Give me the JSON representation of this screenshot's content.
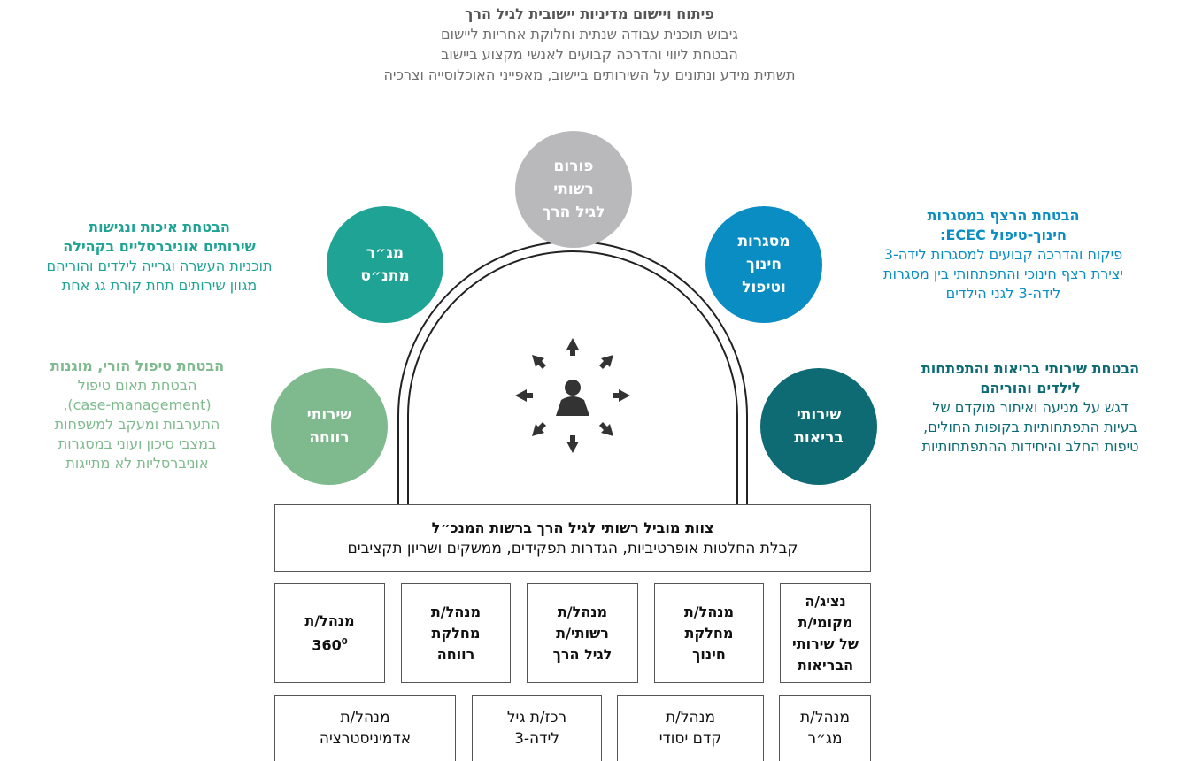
{
  "top": {
    "title": "פיתוח ויישום מדיניות יישובית לגיל הרך",
    "lines": [
      "גיבוש תוכנית עבודה שנתית וחלוקת אחריות ליישום",
      "הבטחת ליווי והדרכה קבועים לאנשי מקצוע ביישוב",
      "תשתית מידע ונתונים על השירותים ביישוב, מאפייני האוכלוסייה וצרכיה"
    ]
  },
  "circles": {
    "forum": {
      "lines": [
        "פורום",
        "רשותי",
        "לגיל הרך"
      ],
      "color": "#b9b9bc"
    },
    "matnas": {
      "lines": [
        "מג״ר",
        "מתנ״ס"
      ],
      "color": "#1fa394"
    },
    "frameworks": {
      "lines": [
        "מסגרות",
        "חינוך",
        "וטיפול"
      ],
      "color": "#0a8dc2"
    },
    "welfare": {
      "lines": [
        "שירותי",
        "רווחה"
      ],
      "color": "#7fba8e"
    },
    "health": {
      "lines": [
        "שירותי",
        "בריאות"
      ],
      "color": "#0e6a73"
    }
  },
  "sides": {
    "community": {
      "title1": "הבטחת איכות ונגישות",
      "title2": "שירותים אוניברסליים בקהילה",
      "lines": [
        "תוכניות העשרה וגרייה לילדים והוריהם",
        "מגוון שירותים תחת קורת גג אחת"
      ],
      "color": "#1fa394"
    },
    "continuity": {
      "title1": "הבטחת הרצף במסגרות",
      "title2": "חינוך-טיפול ECEC:",
      "lines": [
        "פיקוח והדרכה קבועים למסגרות לידה-3",
        "יצירת רצף חינוכי והתפתחותי בין מסגרות",
        "לידה-3 לגני הילדים"
      ],
      "color": "#0a8dc2"
    },
    "parental": {
      "title1": "הבטחת טיפול הורי, מוגנות",
      "lines": [
        "הבטחת תאום טיפול",
        "(case-management),",
        "התערבות ומעקב למשפחות",
        "במצבי סיכון ועוני במסגרות",
        "אוניברסליות לא מתייגות"
      ],
      "color": "#7fba8e"
    },
    "health": {
      "title1": "הבטחת שירותי בריאות והתפתחות",
      "title2": "לילדים והוריהם",
      "lines": [
        "דגש על מניעה ואיתור מוקדם של",
        "בעיות התפתחותיות בקופות החולים,",
        "טיפות החלב והיחידות ההתפתחותיות"
      ],
      "color": "#0e6a73"
    }
  },
  "leadership": {
    "title": "צוות מוביל רשותי לגיל הרך ברשות המנכ״ל",
    "subtitle": "קבלת החלטות אופרטיביות, הגדרות תפקידים, ממשקים ושריון תקציבים"
  },
  "roles": [
    [
      "נציג/ה",
      "מקומי/ת",
      "של שירותי",
      "הבריאות"
    ],
    [
      "מנהל/ת",
      "מחלקת",
      "חינוך"
    ],
    [
      "מנהל/ת",
      "רשותי/ת",
      "לגיל הרך"
    ],
    [
      "מנהל/ת",
      "מחלקת",
      "רווחה"
    ],
    [
      "מנהל/ת",
      "360"
    ]
  ],
  "roles_sup": "0",
  "roles2": [
    [
      "מנהל/ת",
      "מג״ר"
    ],
    [
      "מנהל/ת",
      "קדם יסודי"
    ],
    [
      "רכז/ת גיל",
      "לידה-3"
    ],
    [
      "מנהל/ת",
      "אדמיניסטרציה"
    ]
  ]
}
